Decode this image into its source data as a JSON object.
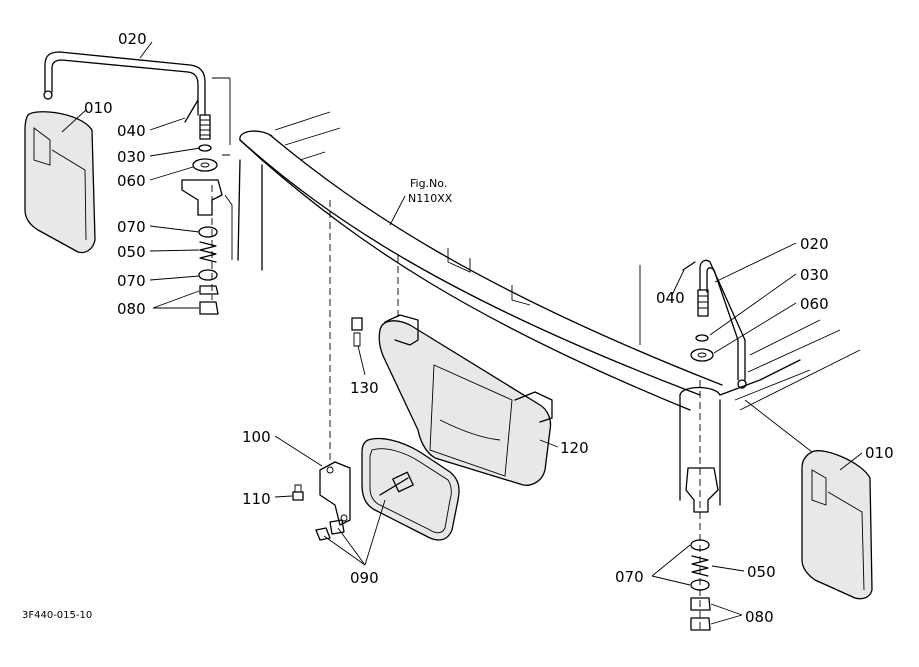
{
  "figure_ref": {
    "line1": "Fig.No.",
    "line2": "N110XX"
  },
  "drawing_code": "3F440-015-10",
  "left_labels": {
    "p020": "020",
    "p010": "010",
    "p040": "040",
    "p030": "030",
    "p060": "060",
    "p070a": "070",
    "p050": "050",
    "p070b": "070",
    "p080": "080"
  },
  "right_labels": {
    "p020": "020",
    "p030": "030",
    "p040": "040",
    "p060": "060",
    "p010": "010",
    "p070": "070",
    "p050": "050",
    "p080": "080"
  },
  "center_labels": {
    "p130": "130",
    "p120": "120",
    "p100": "100",
    "p110": "110",
    "p090": "090"
  }
}
